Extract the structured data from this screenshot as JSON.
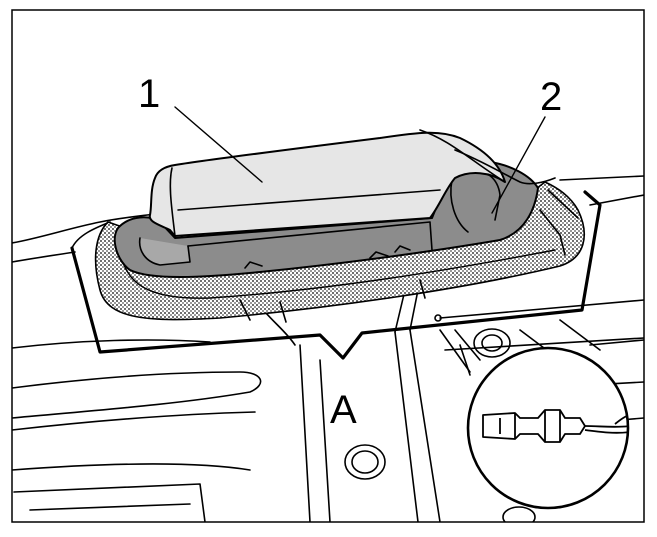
{
  "callouts": {
    "part_1": "1",
    "part_2": "2",
    "view": "A"
  },
  "colors": {
    "line": "#000000",
    "background": "#ffffff",
    "part_light": "#e6e6e6",
    "part_dark": "#8c8c8c",
    "hatch": "#6e6e6e"
  }
}
